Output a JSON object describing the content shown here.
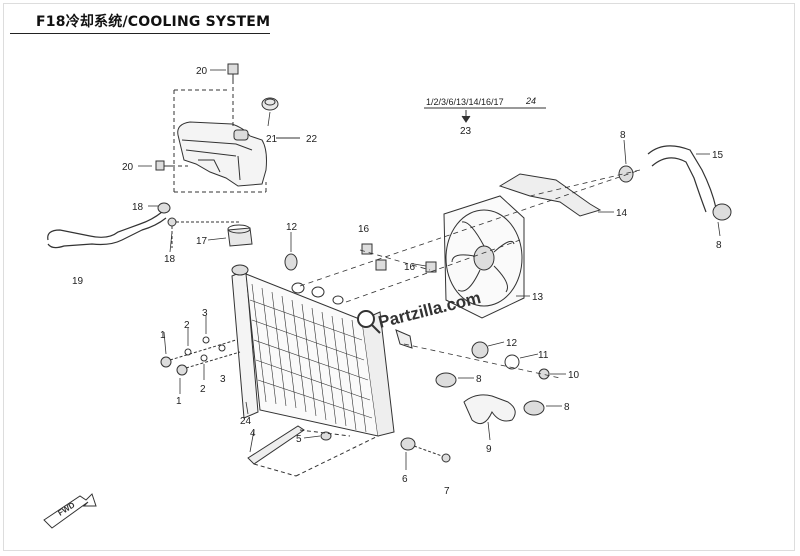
{
  "header": {
    "title": "F18冷却系统/COOLING SYSTEM"
  },
  "watermark": "Partzilla.com",
  "fwd_label": "FWD",
  "group_label": {
    "parts": "1/2/3/6/13/14/16/17",
    "suffix": "24"
  },
  "callouts": [
    {
      "id": "c-20a",
      "text": "20"
    },
    {
      "id": "c-21",
      "text": "21"
    },
    {
      "id": "c-22",
      "text": "22"
    },
    {
      "id": "c-20b",
      "text": "20"
    },
    {
      "id": "c-18a",
      "text": "18"
    },
    {
      "id": "c-18b",
      "text": "18"
    },
    {
      "id": "c-17",
      "text": "17"
    },
    {
      "id": "c-19",
      "text": "19"
    },
    {
      "id": "c-23",
      "text": "23"
    },
    {
      "id": "c-12a",
      "text": "12"
    },
    {
      "id": "c-16a",
      "text": "16"
    },
    {
      "id": "c-16b",
      "text": "16"
    },
    {
      "id": "c-8a",
      "text": "8"
    },
    {
      "id": "c-15",
      "text": "15"
    },
    {
      "id": "c-14",
      "text": "14"
    },
    {
      "id": "c-8b",
      "text": "8"
    },
    {
      "id": "c-13",
      "text": "13"
    },
    {
      "id": "c-1a",
      "text": "1"
    },
    {
      "id": "c-2a",
      "text": "2"
    },
    {
      "id": "c-3a",
      "text": "3"
    },
    {
      "id": "c-1b",
      "text": "1"
    },
    {
      "id": "c-2b",
      "text": "2"
    },
    {
      "id": "c-3b",
      "text": "3"
    },
    {
      "id": "c-24",
      "text": "24"
    },
    {
      "id": "c-12b",
      "text": "12"
    },
    {
      "id": "c-11",
      "text": "11"
    },
    {
      "id": "c-10",
      "text": "10"
    },
    {
      "id": "c-8c",
      "text": "8"
    },
    {
      "id": "c-8d",
      "text": "8"
    },
    {
      "id": "c-9",
      "text": "9"
    },
    {
      "id": "c-4",
      "text": "4"
    },
    {
      "id": "c-5",
      "text": "5"
    },
    {
      "id": "c-6",
      "text": "6"
    },
    {
      "id": "c-7",
      "text": "7"
    }
  ]
}
